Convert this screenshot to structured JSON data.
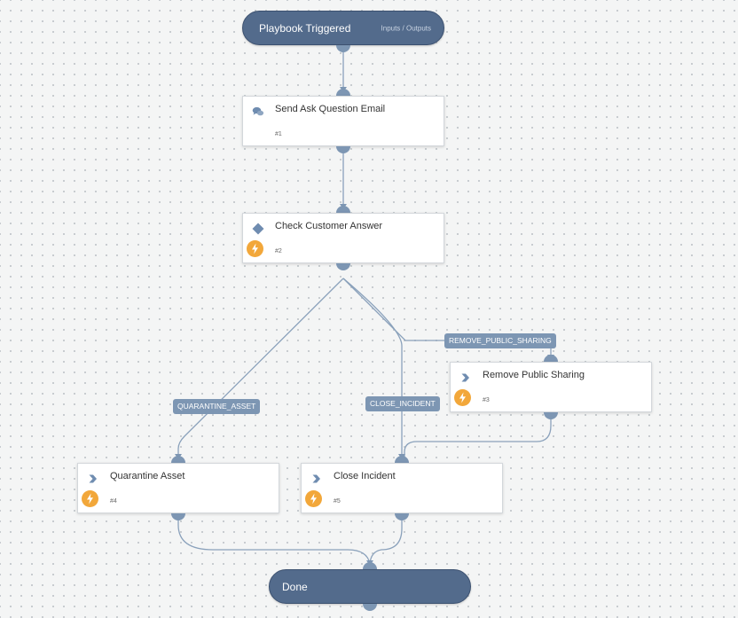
{
  "start": {
    "title": "Playbook Triggered",
    "io_label": "Inputs / Outputs"
  },
  "tasks": [
    {
      "name": "Send Ask Question Email",
      "number": "#1",
      "type_icon": "chat-bubbles-icon",
      "has_automation": false
    },
    {
      "name": "Check Customer Answer",
      "number": "#2",
      "type_icon": "diamond-condition-icon",
      "has_automation": true
    },
    {
      "name": "Remove Public Sharing",
      "number": "#3",
      "type_icon": "chevron-right-icon",
      "has_automation": true
    },
    {
      "name": "Quarantine Asset",
      "number": "#4",
      "type_icon": "chevron-right-icon",
      "has_automation": true
    },
    {
      "name": "Close Incident",
      "number": "#5",
      "type_icon": "chevron-right-icon",
      "has_automation": true
    }
  ],
  "conditions": {
    "remove_public_sharing": "REMOVE_PUBLIC_SHARING",
    "quarantine_asset": "QUARANTINE_ASSET",
    "close_incident": "CLOSE_INCIDENT"
  },
  "end": {
    "title": "Done"
  },
  "colors": {
    "node_fill": "#536b8c",
    "connector": "#7d96b3",
    "automation_badge": "#f2a73a",
    "canvas": "#f4f5f5"
  }
}
